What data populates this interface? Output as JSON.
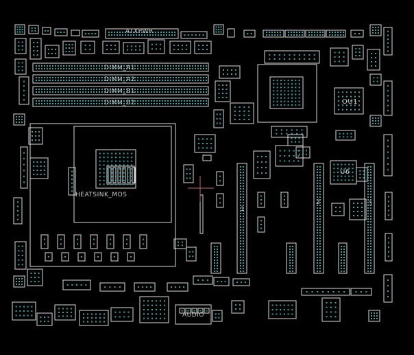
{
  "board": {
    "background": "#000000",
    "outline_color": "#dcdcdc",
    "pad_color": "#2fa8a8",
    "marker_color": "#c86464"
  },
  "labels": {
    "atx_power": "ATXPWR",
    "dimm_1": "DIMM_A1",
    "dimm_2": "DIMM_A2",
    "dimm_3": "DIMM_B1",
    "dimm_4": "DIMM_B2",
    "heatsink": "HEATSINK_MOS",
    "ou1": "OU1",
    "u6": "U6",
    "audio": "AUDIO",
    "pcie_x16": "1",
    "pcie_2": "2",
    "pcie_3": "3"
  }
}
